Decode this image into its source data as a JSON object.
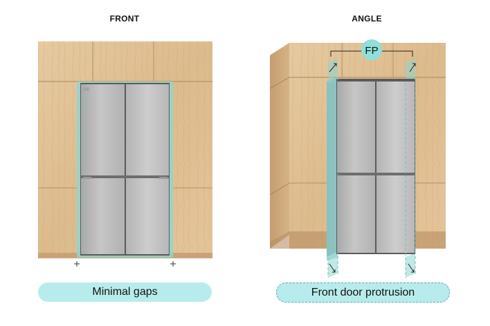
{
  "panels": {
    "front": {
      "heading": "FRONT",
      "caption": "Minimal gaps"
    },
    "angle": {
      "heading": "ANGLE",
      "caption": "Front door protrusion",
      "badge": "FP"
    }
  },
  "brand_mark": "LG",
  "colors": {
    "wood": "#e2c49a",
    "wood_dark": "#c9a376",
    "fridge": "#b9b9b9",
    "highlight_teal": "#8ed6d0",
    "pill": "#b8ecec"
  }
}
